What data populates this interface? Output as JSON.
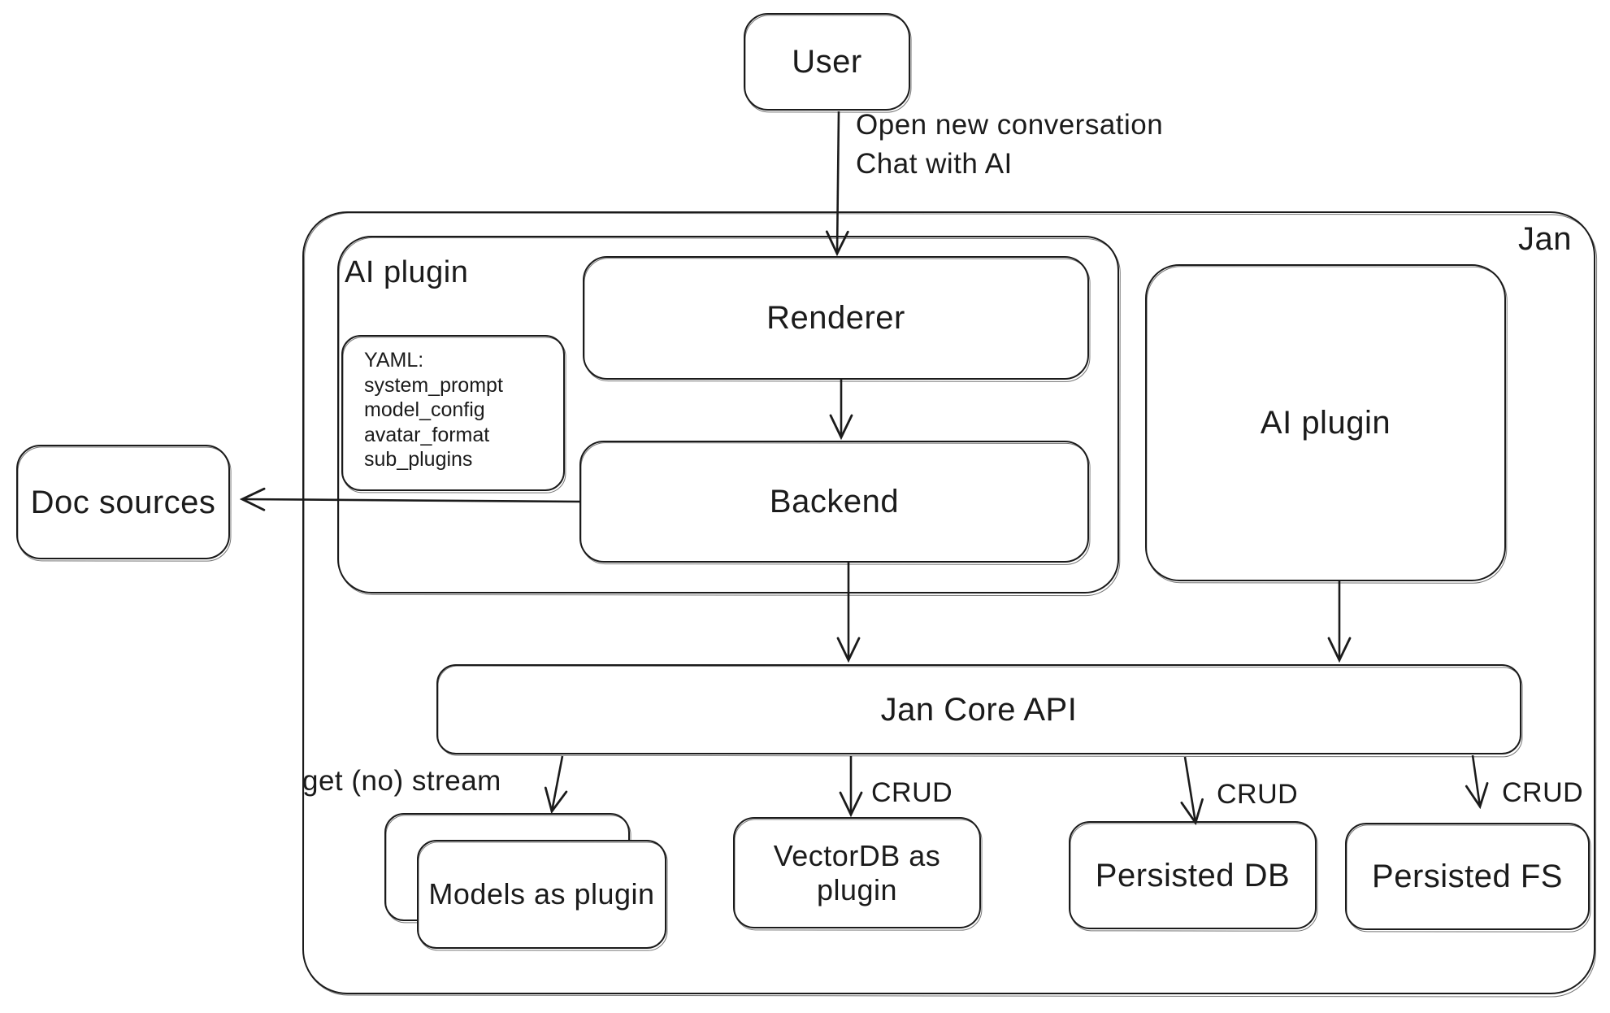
{
  "colors": {
    "stroke": "#1b1b1b",
    "background": "#ffffff"
  },
  "nodes": {
    "user": "User",
    "jan_container": "Jan",
    "ai_plugin_left": "AI plugin",
    "renderer": "Renderer",
    "backend": "Backend",
    "doc_sources": "Doc sources",
    "ai_plugin_right": "AI plugin",
    "jan_core_api": "Jan Core API",
    "models": "Models as plugin",
    "vectordb": "VectorDB as plugin",
    "persisted_db": "Persisted DB",
    "persisted_fs": "Persisted FS"
  },
  "yaml_note": {
    "lines": [
      "YAML:",
      "system_prompt",
      "model_config",
      "avatar_format",
      "sub_plugins"
    ]
  },
  "edge_labels": {
    "user_to_renderer": [
      "Open new conversation",
      "Chat with AI"
    ],
    "get_no_stream": "get (no) stream",
    "crud_vectordb": "CRUD",
    "crud_persisted_db": "CRUD",
    "crud_persisted_fs": "CRUD"
  }
}
